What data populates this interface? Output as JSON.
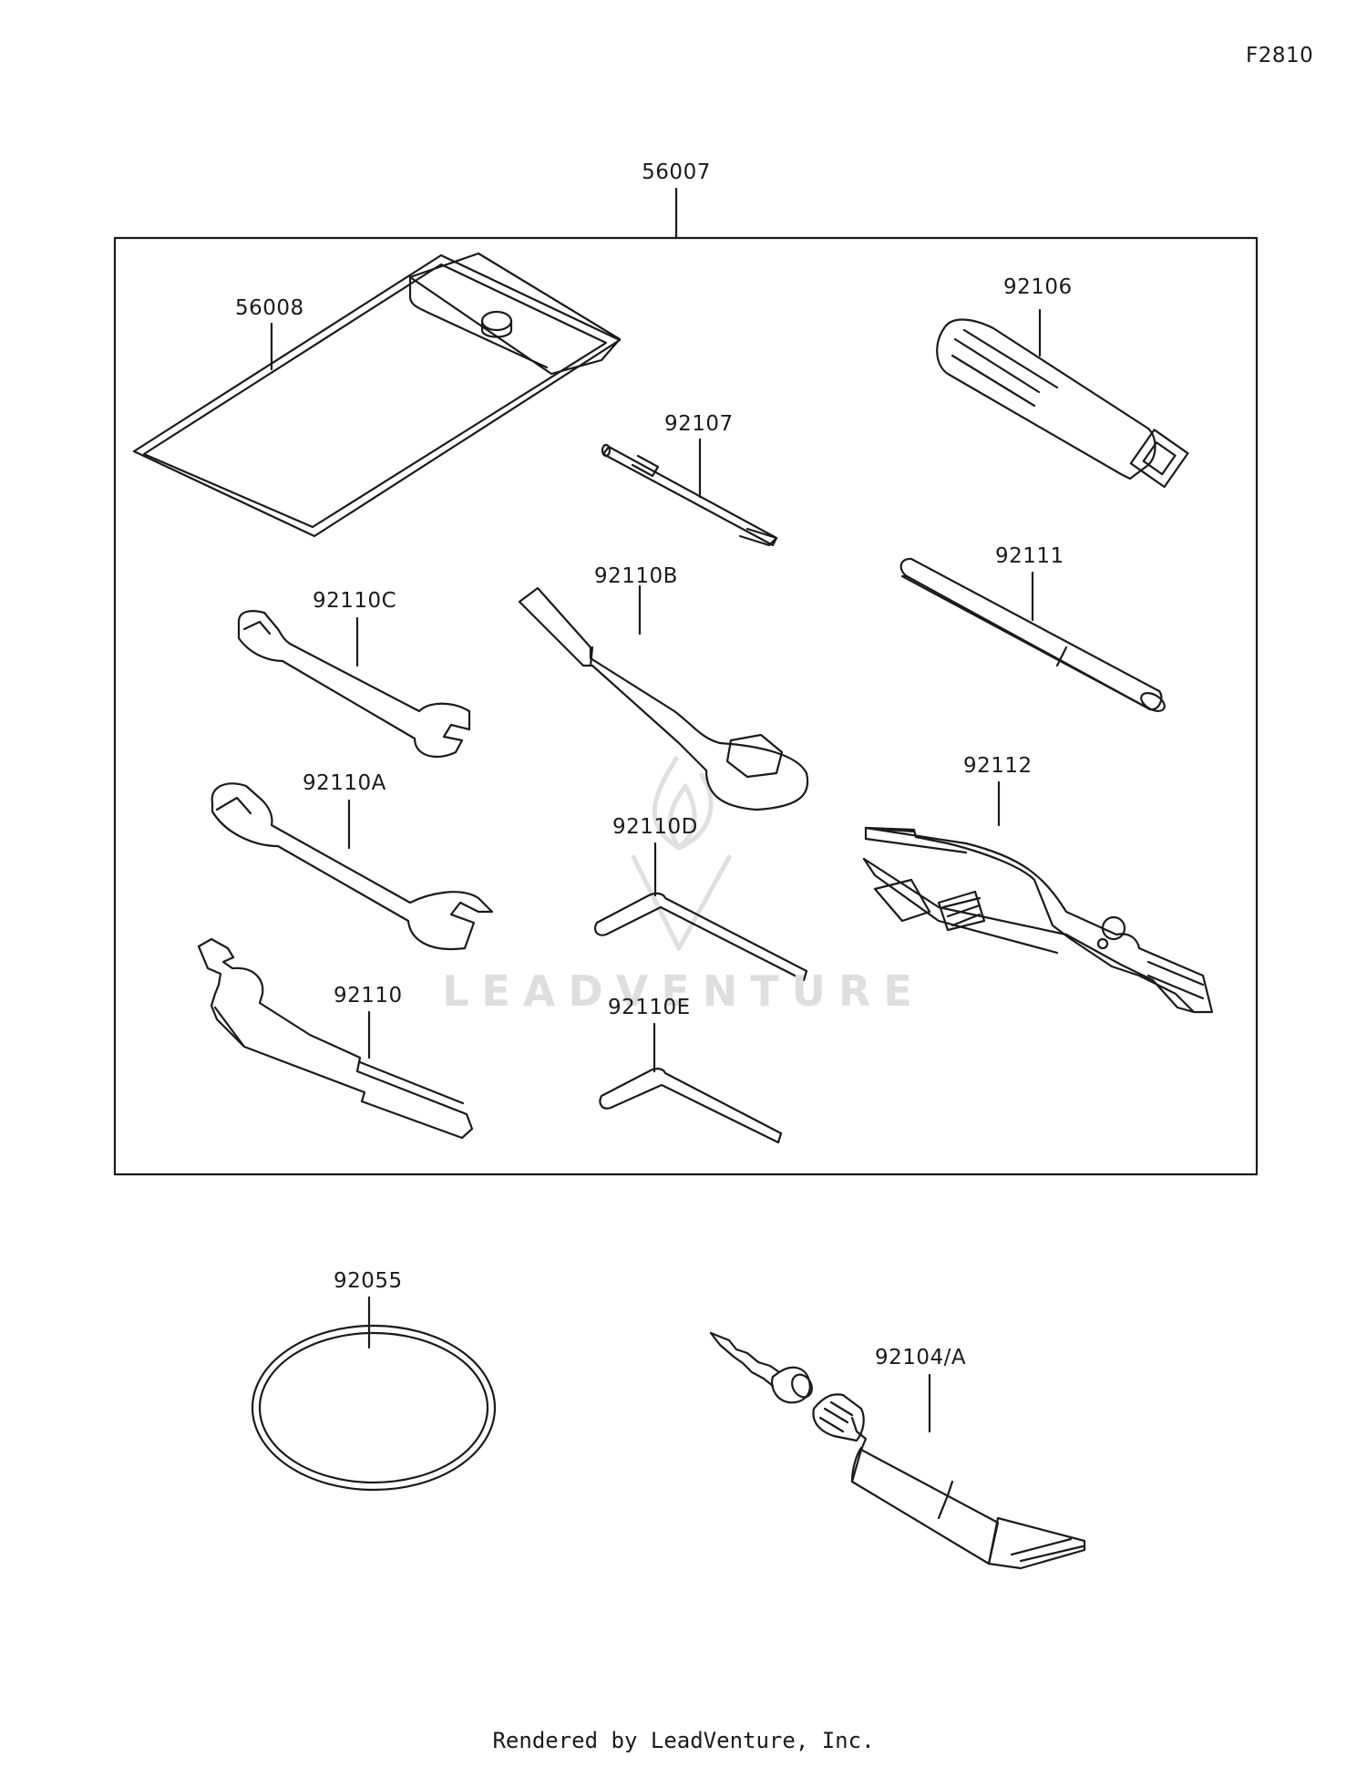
{
  "figure_code": "F2810",
  "footer": "Rendered by LeadVenture, Inc.",
  "watermark": "LEADVENTURE",
  "parts": {
    "kit": "56007",
    "case": "56008",
    "screwdriver_handle": "92106",
    "screwdriver_bit": "92107",
    "wrench_c": "92110C",
    "wrench_b": "92110B",
    "extension": "92111",
    "wrench_a": "92110A",
    "hex_d": "92110D",
    "pliers": "92112",
    "spanner": "92110",
    "hex_e": "92110E",
    "band": "92055",
    "repair_kit": "92104/A"
  }
}
